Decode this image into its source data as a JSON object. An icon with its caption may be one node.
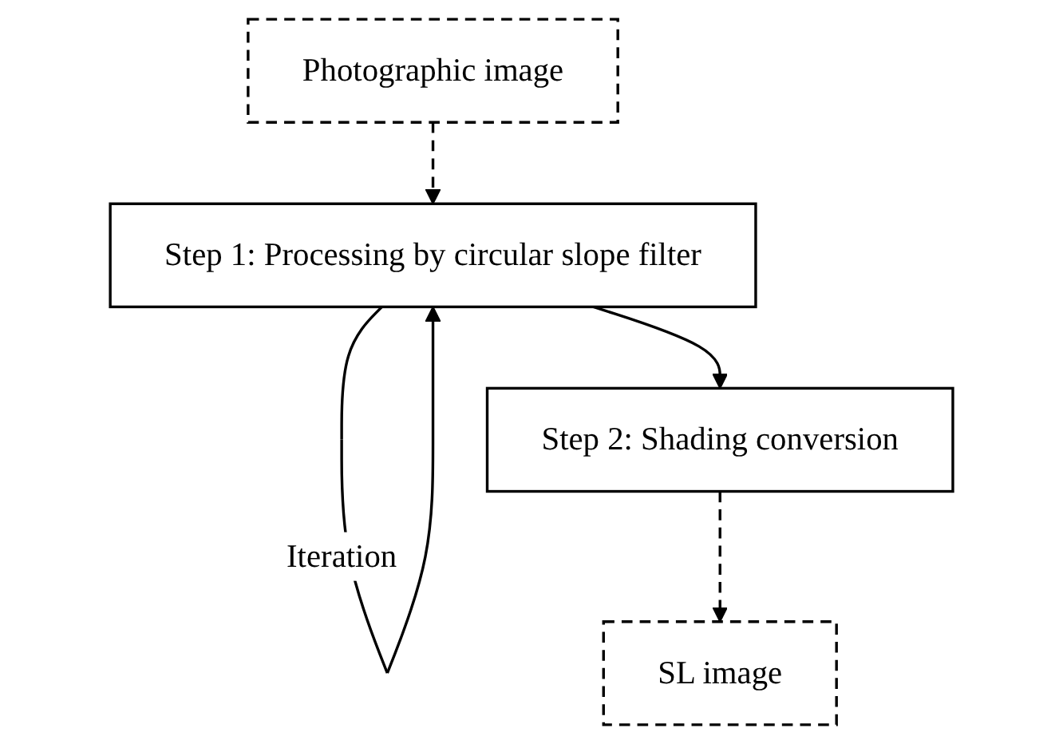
{
  "diagram": {
    "nodes": [
      {
        "text": [
          "Photographic image"
        ]
      },
      {
        "text": [
          "Step 1: Processing by circular slope filter"
        ]
      },
      {
        "text": [
          "Step 2: Shading conversion"
        ]
      },
      {
        "text": [
          "SL image"
        ]
      }
    ],
    "edges": [
      {
        "from": 0,
        "to": 1,
        "arrow": "to",
        "style": "dashed"
      },
      {
        "from": 1,
        "to": 1,
        "arrow": "to",
        "label": "Iteration"
      },
      {
        "from": 1,
        "to": 2,
        "arrow": "to"
      },
      {
        "from": 2,
        "to": 3,
        "arrow": "to",
        "style": "dashed"
      }
    ]
  }
}
